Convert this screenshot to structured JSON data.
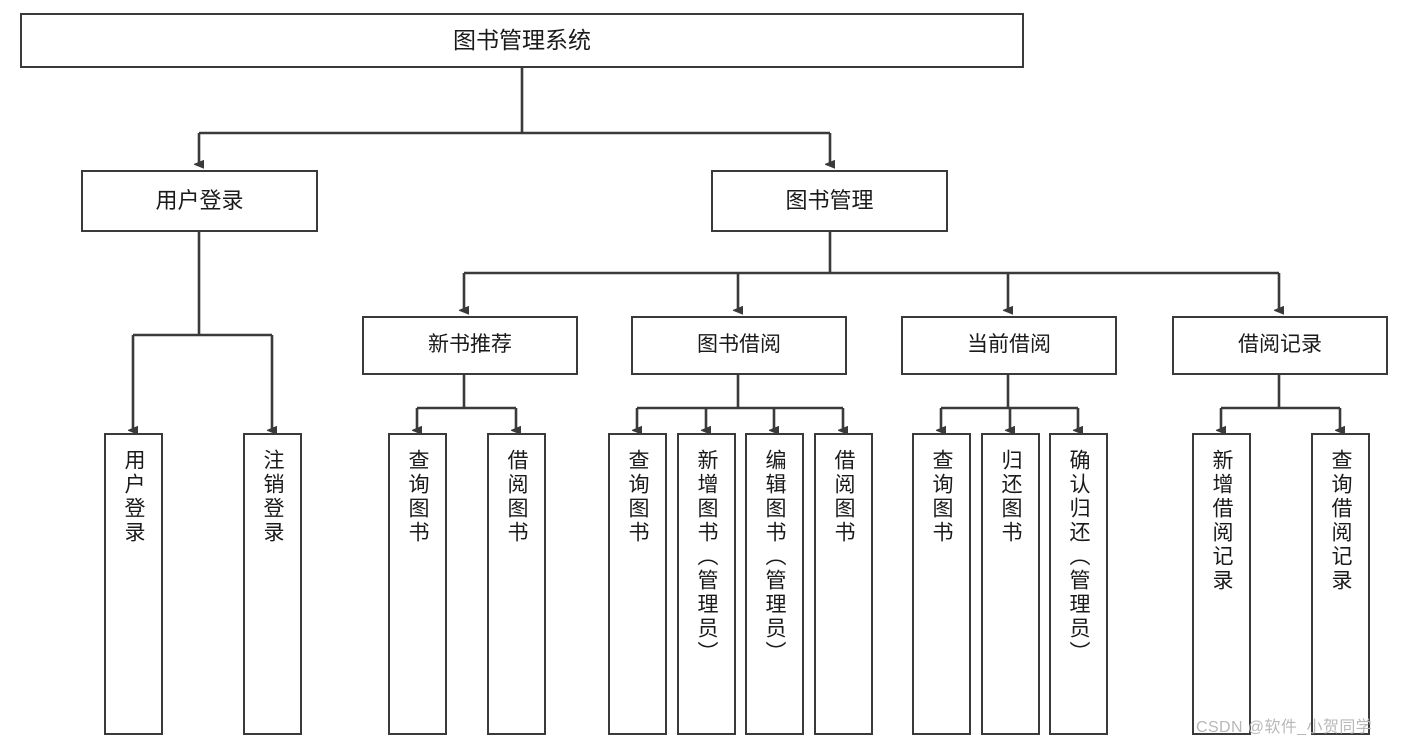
{
  "diagram": {
    "title": "图书管理系统",
    "type": "tree-hierarchy",
    "watermark": "CSDN @软件_小贺同学",
    "colors": {
      "box_border": "#3a3a3a",
      "box_fill": "#ffffff",
      "connector": "#3a3a3a",
      "text": "#1a1a1a",
      "watermark": "#b8b8b8",
      "background": "#ffffff"
    },
    "root": {
      "label": "图书管理系统"
    },
    "level1": [
      {
        "label": "用户登录"
      },
      {
        "label": "图书管理"
      }
    ],
    "level2": [
      {
        "label": "新书推荐"
      },
      {
        "label": "图书借阅"
      },
      {
        "label": "当前借阅"
      },
      {
        "label": "借阅记录"
      }
    ],
    "leaves": {
      "user_login": [
        {
          "label": "用户登录"
        },
        {
          "label": "注销登录"
        }
      ],
      "new_book": [
        {
          "label": "查询图书"
        },
        {
          "label": "借阅图书"
        }
      ],
      "book_borrow": [
        {
          "label": "查询图书"
        },
        {
          "label": "新增图书（管理员）"
        },
        {
          "label": "编辑图书（管理员）"
        },
        {
          "label": "借阅图书"
        }
      ],
      "current_borrow": [
        {
          "label": "查询图书"
        },
        {
          "label": "归还图书"
        },
        {
          "label": "确认归还（管理员）"
        }
      ],
      "borrow_record": [
        {
          "label": "新增借阅记录"
        },
        {
          "label": "查询借阅记录"
        }
      ]
    }
  }
}
